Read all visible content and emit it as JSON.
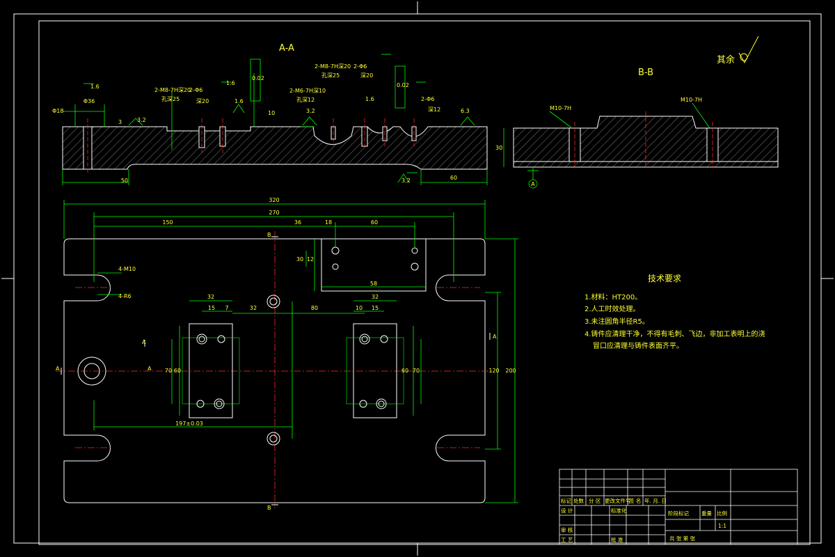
{
  "sections": {
    "aa_title": "A-A",
    "bb_title": "B-B",
    "rest_roughness": "其余"
  },
  "tech": {
    "title": "技术要求",
    "lines": [
      "1.材料：HT200。",
      "2.人工时效处理。",
      "3.未注圆角半径R5。",
      "4.铸件应清理干净，不得有毛刺、飞边，非加工表明上的浇",
      "冒口应清理与铸件表面齐平。"
    ]
  },
  "dims_plan": {
    "d320": "320",
    "d270": "270",
    "d150": "150",
    "d36": "36",
    "d18": "18",
    "d60": "60",
    "d32a": "32",
    "d15a": "15",
    "d7": "7",
    "d32c": "32",
    "d80": "80",
    "d10": "10",
    "d15b": "15",
    "d32b": "32",
    "d58": "58",
    "d120": "120",
    "d200": "200",
    "d70a": "70",
    "d60a": "60",
    "d70b": "70",
    "d60b": "60",
    "d30": "30",
    "d12": "12",
    "d197": "197±0.03",
    "note_4m10": "4-M10",
    "note_4r6": "4-R6",
    "sec_a": "A",
    "sec_b": "B"
  },
  "dims_aa": {
    "d50": "50",
    "d60": "60",
    "phi36": "Φ36",
    "phi18": "Φ18",
    "r32a": "3.2",
    "r32b": "3.2",
    "r32c": "3.2",
    "r16a": "1.6",
    "r16b": "1.6",
    "r16c": "1.6",
    "r16d": "1.6",
    "r63": "6.3",
    "tol1": "0.02",
    "tol2": "0.02",
    "n1": "2-M8-7H深20",
    "n1b": "孔深25",
    "n2": "2-Φ6",
    "n2b": "深20",
    "n3": "2-M8-7H深20",
    "n3b": "孔深25",
    "n4": "2-Φ6",
    "n4b": "深20",
    "n5": "2-M6-7H深10",
    "n5b": "孔深12",
    "n6": "2-Φ6",
    "n6b": "深12",
    "h10": "10",
    "d3": "3"
  },
  "dims_bb": {
    "m1": "M10-7H",
    "m2": "M10-7H",
    "d30": "30",
    "datum": "A"
  },
  "title_block": {
    "h1": "标记",
    "h2": "处数",
    "h3": "分 区",
    "h4": "更改文件号",
    "h5": "签 名",
    "h6": "年. 月. 日",
    "r1": "设 计",
    "r1b": "标准化",
    "r2": "审 核",
    "r3": "工 艺",
    "r3b": "批 准",
    "c1": "阶段标记",
    "c2": "重量",
    "c3": "比例",
    "scale": "1:1",
    "sheet": "共  张 第  张"
  },
  "colors": {
    "outline": "#ffffff",
    "dimension": "#00ff00",
    "center": "#ff2a2a",
    "hatch": "#aaaaaa",
    "text": "#ffff33",
    "cyan": "#00ffff"
  }
}
